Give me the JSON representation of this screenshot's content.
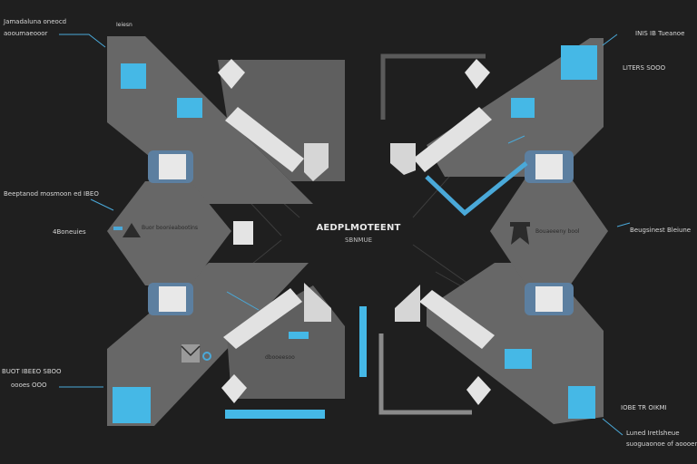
{
  "center": {
    "title": "AEDPLMOTEENT",
    "subtitle": "SBNMUE"
  },
  "labels": {
    "top_left_small": "Ieiesn",
    "top_left_1": "Jamadaluna oneocd",
    "top_left_2": "aooumaeooor",
    "mid_left_1": "Beeptanod mosmoon ed   IBEO",
    "mid_left_2": "4Boneuies",
    "bottom_left_1": "BUOT IBEEO SBOO",
    "bottom_left_2": "oooes OOO",
    "top_right_1": "INIS IB Tueanoe",
    "top_right_2": "LITERS SOOO",
    "mid_right_1": "Beugsinest  Bleiune",
    "bottom_right_1": "IOBE TR OIKMI",
    "bottom_right_2": "Luned Iretlsheue",
    "bottom_right_3": "suoguaonoe of aoooene",
    "node_left_mid": "Buor boonieabootins",
    "node_right_mid": "Bouaeeeny bool",
    "node_bottom_left": "dbooeesoo"
  },
  "colors": {
    "background": "#1f1f1f",
    "panel": "#676767",
    "panel_dark": "#5c5c5c",
    "accent_blue": "#45b8e6",
    "connector_blue": "#4aa9d9",
    "light_tile": "#e4e4e4",
    "line_dark": "#444444"
  }
}
